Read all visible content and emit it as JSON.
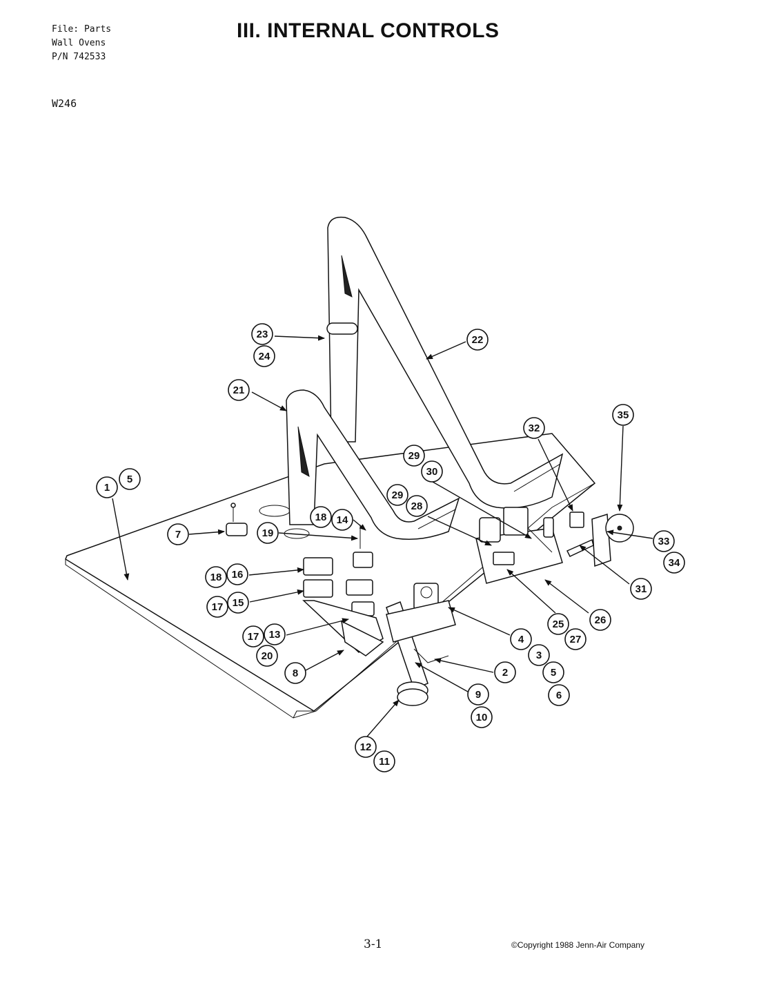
{
  "header": {
    "file_lines": [
      "File: Parts",
      "Wall Ovens",
      "P/N 742533"
    ],
    "model": "W246",
    "title": "III. INTERNAL CONTROLS"
  },
  "footer": {
    "page_number": "3-1",
    "copyright": "©Copyright 1988 Jenn-Air Company"
  },
  "callouts": [
    {
      "id": "c1",
      "label": "1"
    },
    {
      "id": "c5a",
      "label": "5"
    },
    {
      "id": "c7",
      "label": "7"
    },
    {
      "id": "c21",
      "label": "21"
    },
    {
      "id": "c23",
      "label": "23"
    },
    {
      "id": "c24",
      "label": "24"
    },
    {
      "id": "c22",
      "label": "22"
    },
    {
      "id": "c35",
      "label": "35"
    },
    {
      "id": "c32",
      "label": "32"
    },
    {
      "id": "c29a",
      "label": "29"
    },
    {
      "id": "c30",
      "label": "30"
    },
    {
      "id": "c29b",
      "label": "29"
    },
    {
      "id": "c28",
      "label": "28"
    },
    {
      "id": "c18a",
      "label": "18"
    },
    {
      "id": "c14",
      "label": "14"
    },
    {
      "id": "c19",
      "label": "19"
    },
    {
      "id": "c18b",
      "label": "18"
    },
    {
      "id": "c16",
      "label": "16"
    },
    {
      "id": "c17a",
      "label": "17"
    },
    {
      "id": "c15",
      "label": "15"
    },
    {
      "id": "c17b",
      "label": "17"
    },
    {
      "id": "c13",
      "label": "13"
    },
    {
      "id": "c20",
      "label": "20"
    },
    {
      "id": "c8",
      "label": "8"
    },
    {
      "id": "c33",
      "label": "33"
    },
    {
      "id": "c34",
      "label": "34"
    },
    {
      "id": "c31",
      "label": "31"
    },
    {
      "id": "c26",
      "label": "26"
    },
    {
      "id": "c25",
      "label": "25"
    },
    {
      "id": "c27",
      "label": "27"
    },
    {
      "id": "c4",
      "label": "4"
    },
    {
      "id": "c3",
      "label": "3"
    },
    {
      "id": "c5b",
      "label": "5"
    },
    {
      "id": "c6",
      "label": "6"
    },
    {
      "id": "c2",
      "label": "2"
    },
    {
      "id": "c9",
      "label": "9"
    },
    {
      "id": "c10",
      "label": "10"
    },
    {
      "id": "c12",
      "label": "12"
    },
    {
      "id": "c11",
      "label": "11"
    }
  ]
}
